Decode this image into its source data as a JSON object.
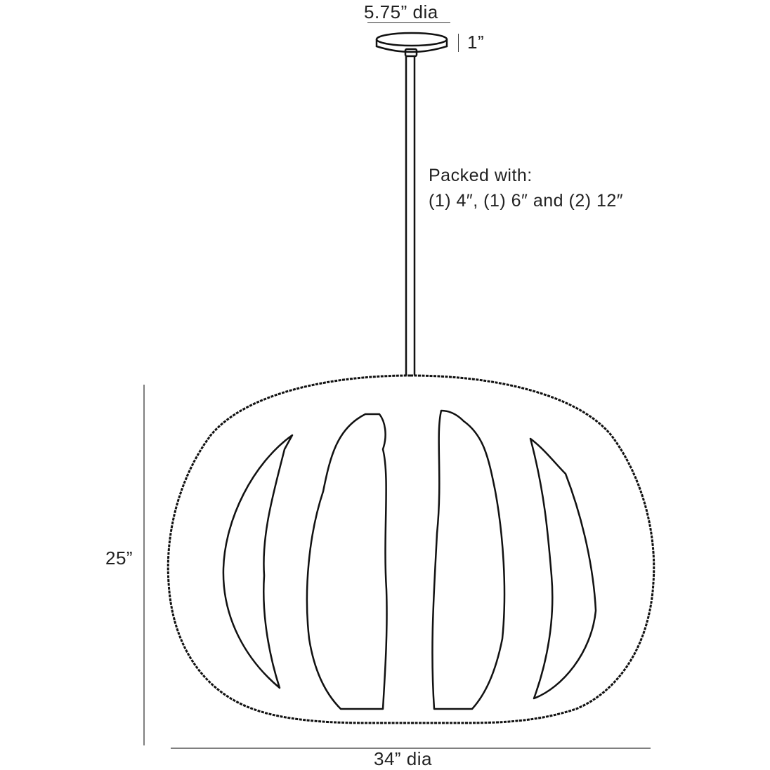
{
  "diagram": {
    "type": "product-dimension-drawing",
    "subject": "pendant light",
    "canopy": {
      "diameter_label": "5.75” dia",
      "height_label": "1”"
    },
    "downrods": {
      "line1": "Packed with:",
      "line2": "(1) 4″, (1) 6″ and (2) 12″"
    },
    "shade": {
      "height_label": "25”",
      "width_label": "34” dia"
    },
    "colors": {
      "line": "#111111",
      "dimension_line": "#555555",
      "background": "#ffffff"
    }
  }
}
